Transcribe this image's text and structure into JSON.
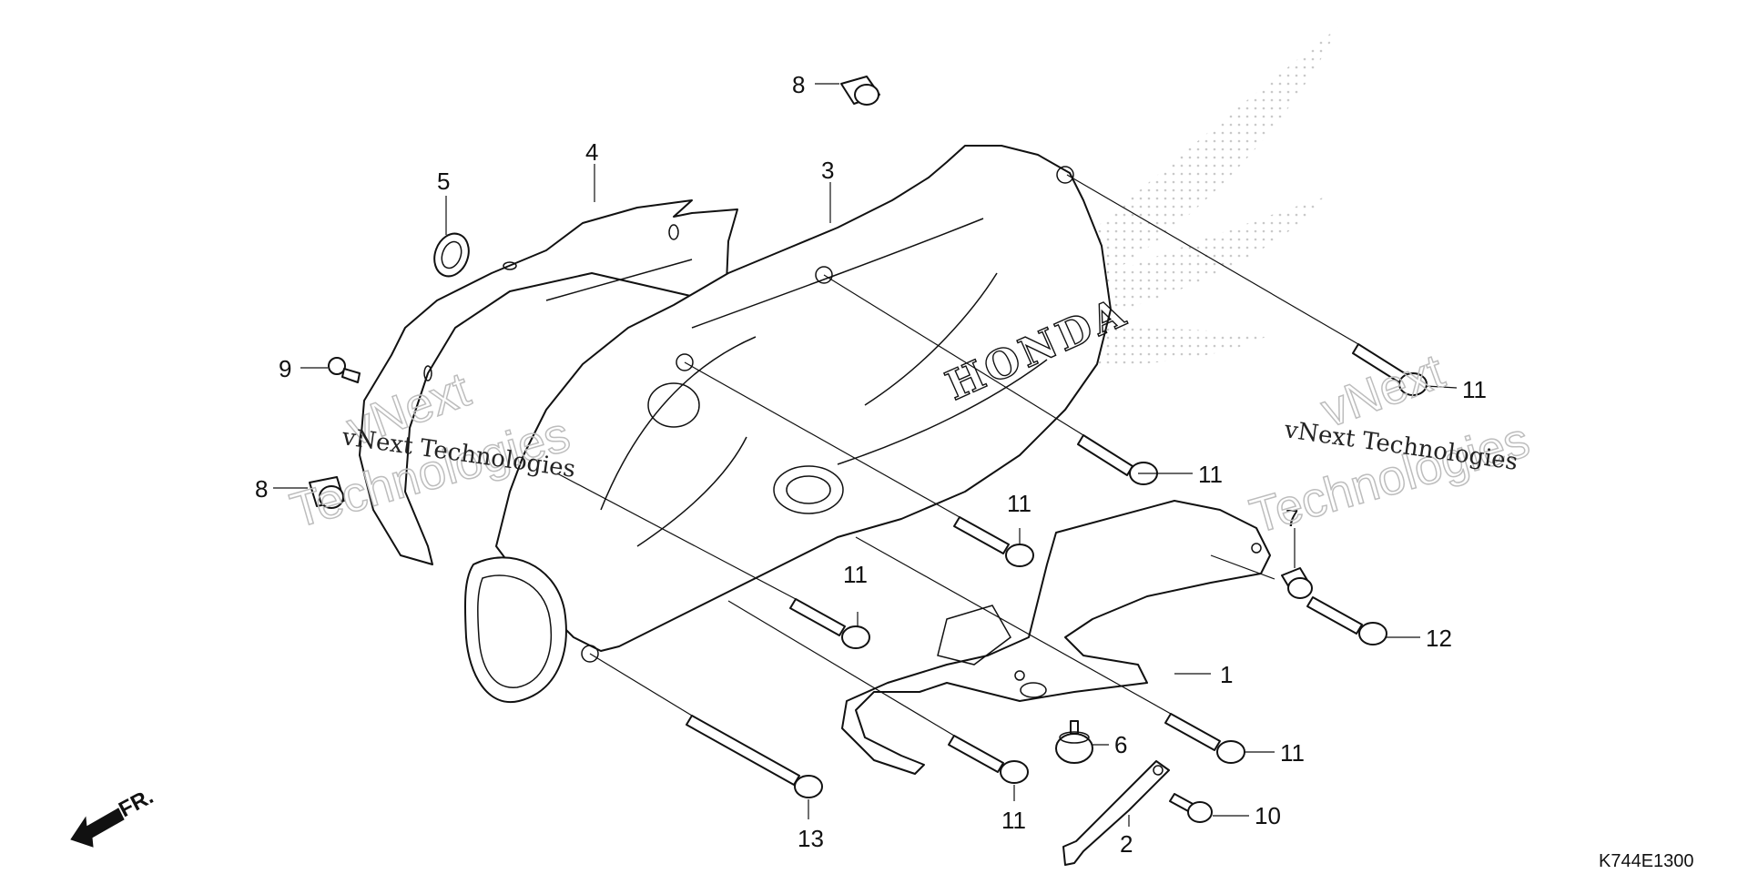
{
  "callouts": {
    "c1": "1",
    "c2": "2",
    "c3": "3",
    "c4": "4",
    "c5": "5",
    "c6": "6",
    "c7": "7",
    "c8a": "8",
    "c8b": "8",
    "c9": "9",
    "c10": "10",
    "c11a": "11",
    "c11b": "11",
    "c11c": "11",
    "c11d": "11",
    "c11e": "11",
    "c11f": "11",
    "c12": "12",
    "c13": "13"
  },
  "watermark": {
    "line1": "vNext",
    "line2": "Technologies",
    "combined": "vNext Technologies"
  },
  "brand_mark": "HONDA",
  "direction_label": "FR.",
  "diagram_code": "K744E1300"
}
